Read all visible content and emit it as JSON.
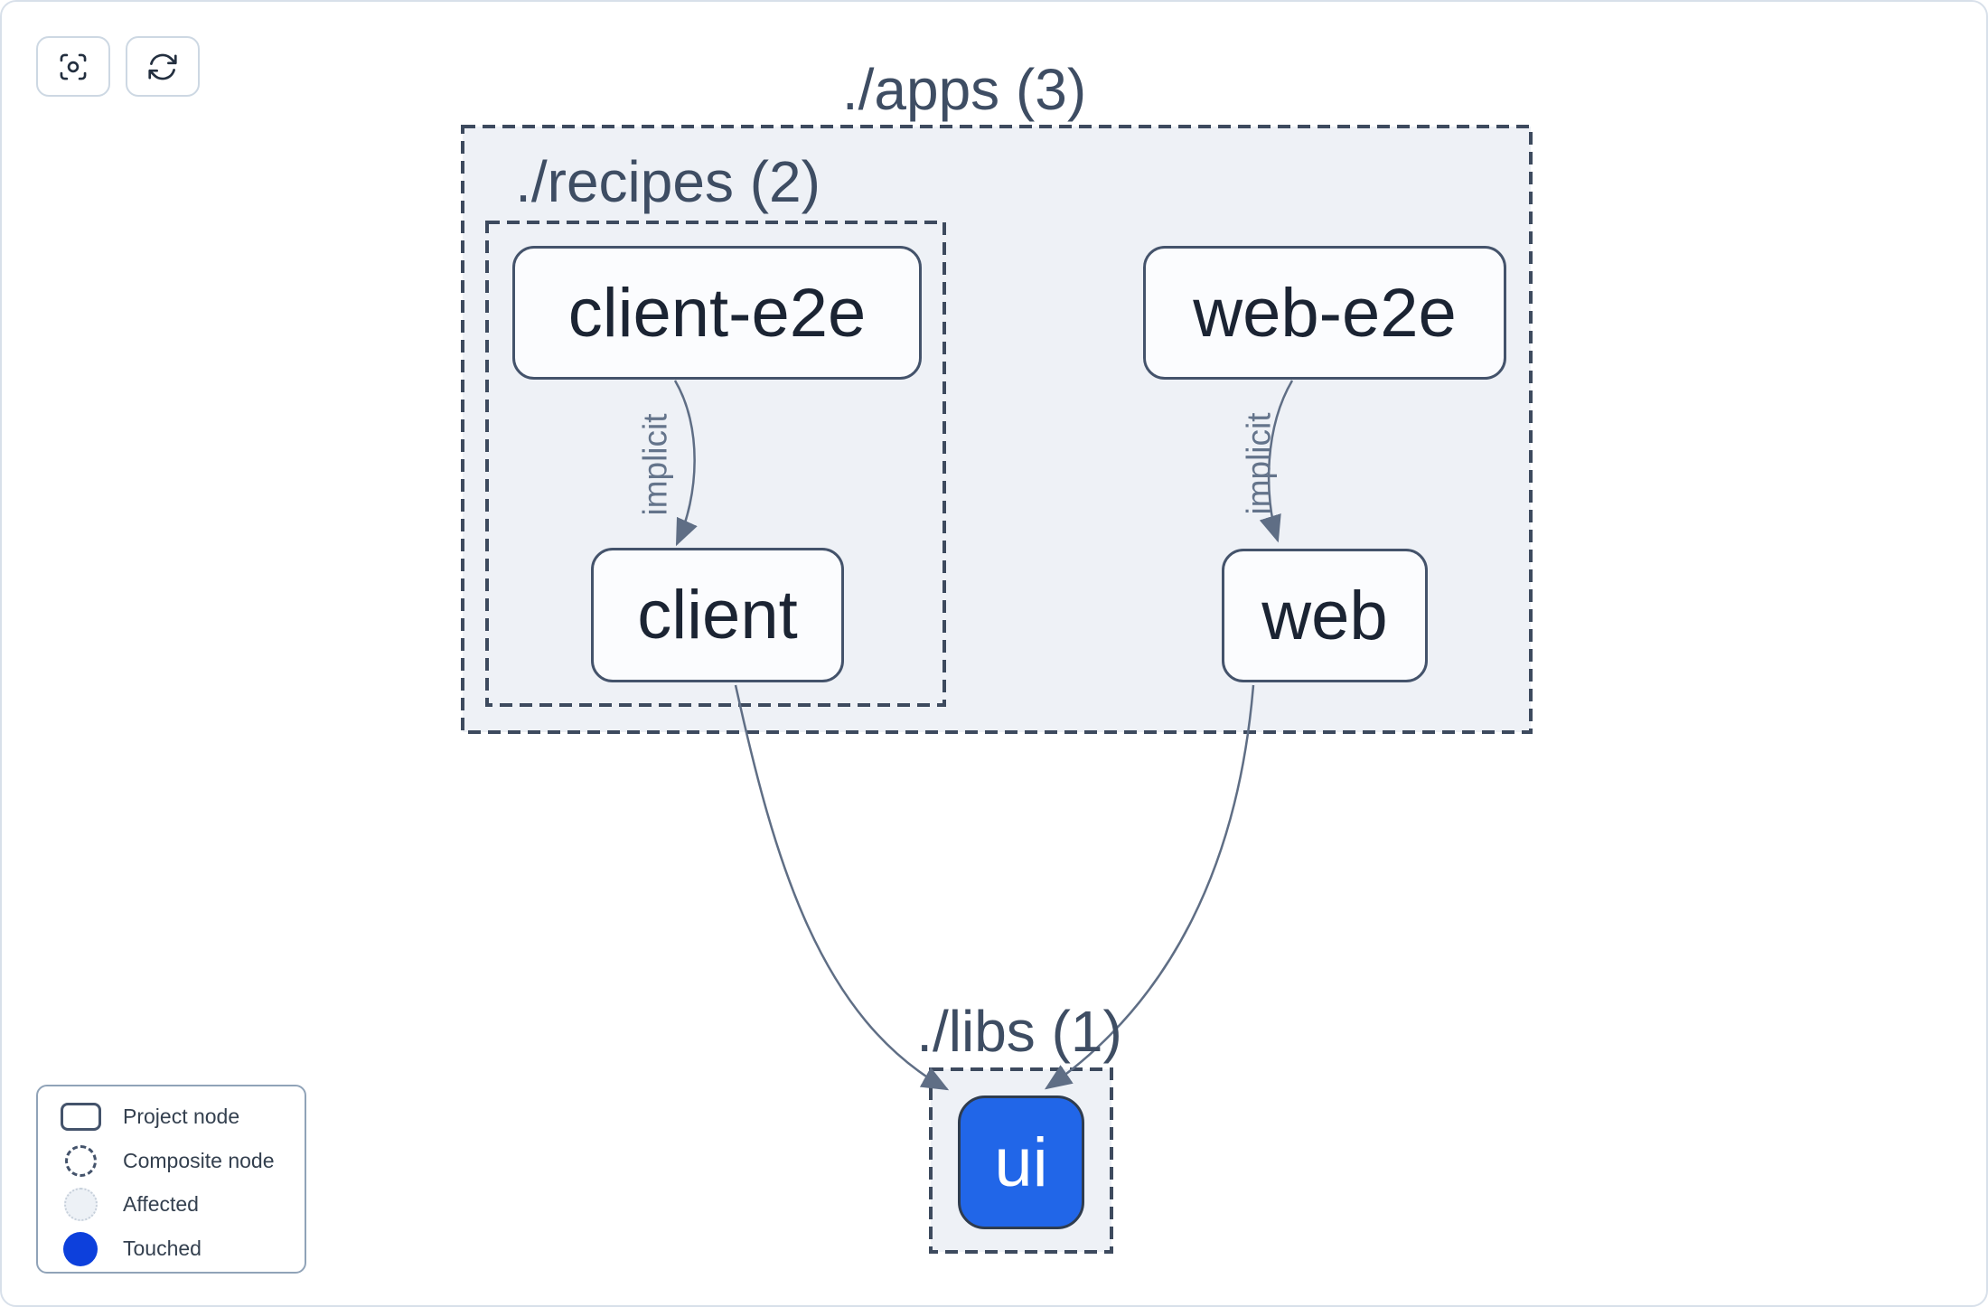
{
  "toolbar": {
    "buttons": [
      {
        "icon": "viewfinder-icon"
      },
      {
        "icon": "refresh-icon"
      }
    ]
  },
  "graph": {
    "groups": [
      {
        "id": "apps",
        "label": "./apps (3)"
      },
      {
        "id": "recipes",
        "label": "./recipes (2)"
      },
      {
        "id": "libs",
        "label": "./libs (1)"
      }
    ],
    "nodes": [
      {
        "id": "client-e2e",
        "label": "client-e2e",
        "group": "recipes",
        "state": "default"
      },
      {
        "id": "web-e2e",
        "label": "web-e2e",
        "group": "apps",
        "state": "default"
      },
      {
        "id": "client",
        "label": "client",
        "group": "recipes",
        "state": "default"
      },
      {
        "id": "web",
        "label": "web",
        "group": "apps",
        "state": "default"
      },
      {
        "id": "ui",
        "label": "ui",
        "group": "libs",
        "state": "touched"
      }
    ],
    "edges": [
      {
        "source": "client-e2e",
        "target": "client",
        "label": "implicit"
      },
      {
        "source": "web-e2e",
        "target": "web",
        "label": "implicit"
      },
      {
        "source": "client",
        "target": "ui",
        "label": ""
      },
      {
        "source": "web",
        "target": "ui",
        "label": ""
      }
    ]
  },
  "legend": {
    "items": [
      {
        "swatch": "project-node",
        "label": "Project node"
      },
      {
        "swatch": "composite-node",
        "label": "Composite node"
      },
      {
        "swatch": "affected",
        "label": "Affected"
      },
      {
        "swatch": "touched",
        "label": "Touched"
      }
    ]
  },
  "colors": {
    "touched": "#0d40dc",
    "touched_node_fill": "#2166e8",
    "affected_fill": "#edf1f6",
    "edge": "#5f6e85",
    "group_fill": "#eef1f6",
    "group_border": "#3d4a5e"
  }
}
